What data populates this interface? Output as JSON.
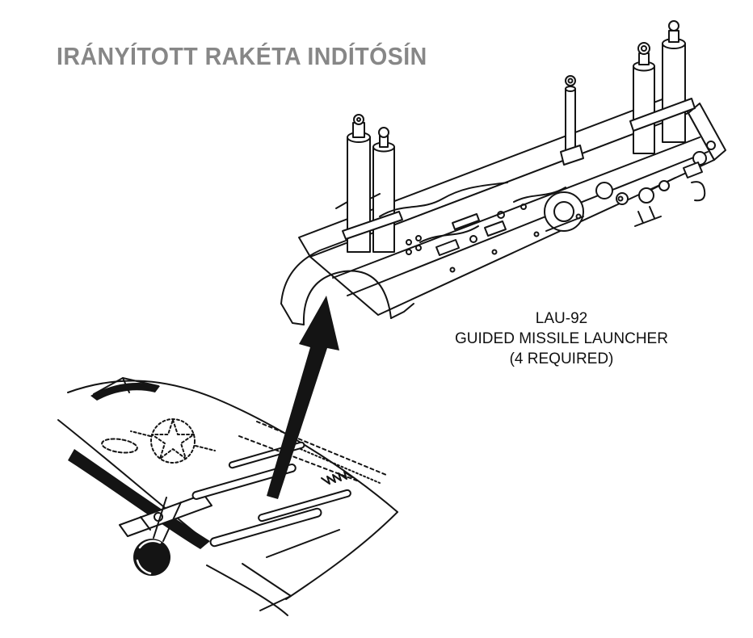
{
  "page": {
    "title": "IRÁNYÍTOTT RAKÉTA INDÍTÓSÍN",
    "background_color": "#ffffff",
    "title_color": "#878787",
    "ink_color": "#141414"
  },
  "callout": {
    "line1": "LAU-92",
    "line2": "GUIDED MISSILE LAUNCHER",
    "line3": "(4 REQUIRED)"
  },
  "illustration": {
    "parts": [
      "guided-missile-launcher-drawing",
      "aircraft-fuselage-drawing",
      "pointer-arrow"
    ]
  }
}
